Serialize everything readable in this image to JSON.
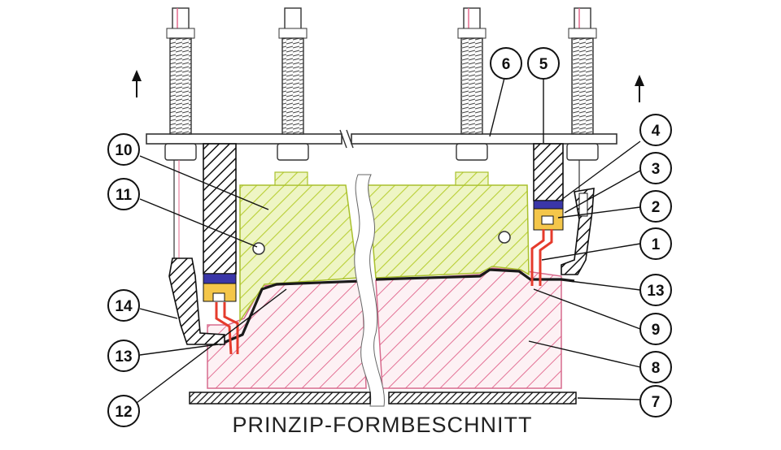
{
  "caption": "PRINZIP-FORMBESCHNITT",
  "callouts": [
    "1",
    "2",
    "3",
    "4",
    "5",
    "6",
    "7",
    "8",
    "9",
    "10",
    "11",
    "12",
    "13",
    "13",
    "14"
  ],
  "colors": {
    "upper_mold_hatch": "#c6d84a",
    "upper_mold_fill": "#e9f2b8",
    "lower_mold_hatch": "#e46b8e",
    "lower_mold_fill": "#fbe6ec",
    "heater_wire": "#e53b2c",
    "seal_blue": "#3a36a8",
    "seal_yellow": "#f4c64a",
    "black_hatch": "#111111"
  },
  "icons": [
    "up-arrow-icon",
    "up-arrow-icon"
  ]
}
